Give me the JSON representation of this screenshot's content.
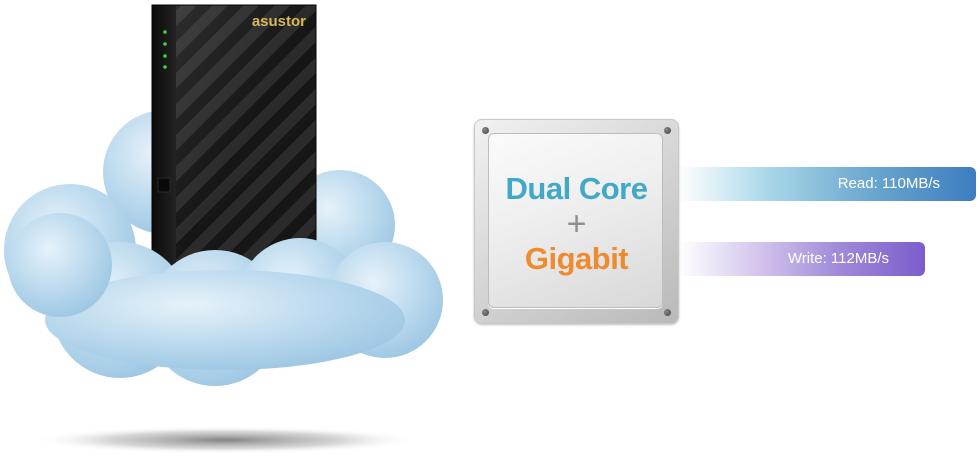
{
  "brand": {
    "logo_text": "asustor"
  },
  "chip": {
    "line1": "Dual Core",
    "line2": "+",
    "line3": "Gigabit"
  },
  "speeds": {
    "read_label": "Read: 110MB/s",
    "write_label": "Write: 112MB/s"
  },
  "colors": {
    "dual_core_text": "#41a8c7",
    "gigabit_text": "#ef8b2f",
    "read_bar": "#3c7dc0",
    "write_bar": "#7a5dcc",
    "cloud": "#b9d9ee",
    "nas_body": "#151515",
    "led": "#3fd34a"
  },
  "icons": {
    "cloud": "cloud-icon",
    "nas": "nas-device-icon"
  }
}
